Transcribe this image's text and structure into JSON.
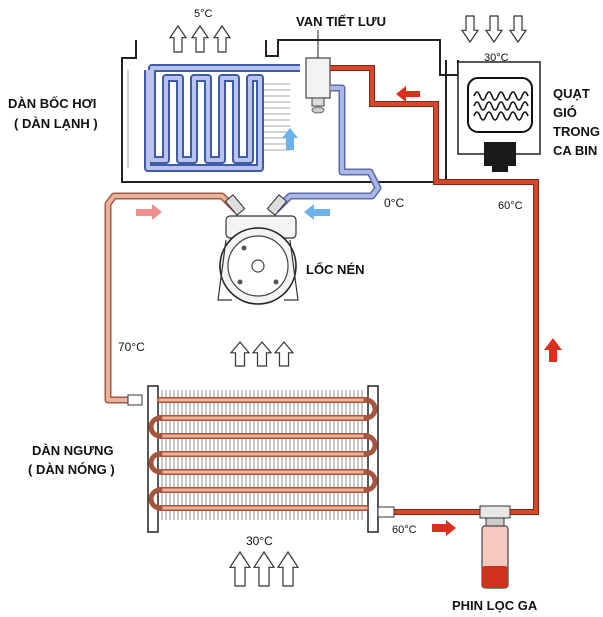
{
  "labels": {
    "evaporator_line1": "DÀN BỐC HƠI",
    "evaporator_line2": "( DÀN LẠNH )",
    "expansion_valve": "VAN TIẾT LƯU",
    "fan_line1": "QUẠT",
    "fan_line2": "GIÓ",
    "fan_line3": "TRONG",
    "fan_line4": "CA BIN",
    "compressor": "LỐC NÉN",
    "condenser_line1": "DÀN NGƯNG",
    "condenser_line2": "( DÀN NÓNG )",
    "filter": "PHIN LỌC GA"
  },
  "temperatures": {
    "evaporator_out": "5°C",
    "fan_in": "30°C",
    "suction": "0°C",
    "high_side_right": "60°C",
    "discharge": "70°C",
    "condenser_in_air": "30°C",
    "condenser_out": "60°C"
  },
  "colors": {
    "hot_line": "#d24a2a",
    "discharge_line": "#e8a58c",
    "cold_line": "#9aa8dc",
    "cold_arrow": "#6bb3e8",
    "hot_arrow": "#d8301c",
    "discharge_arrow": "#f08f8f"
  }
}
